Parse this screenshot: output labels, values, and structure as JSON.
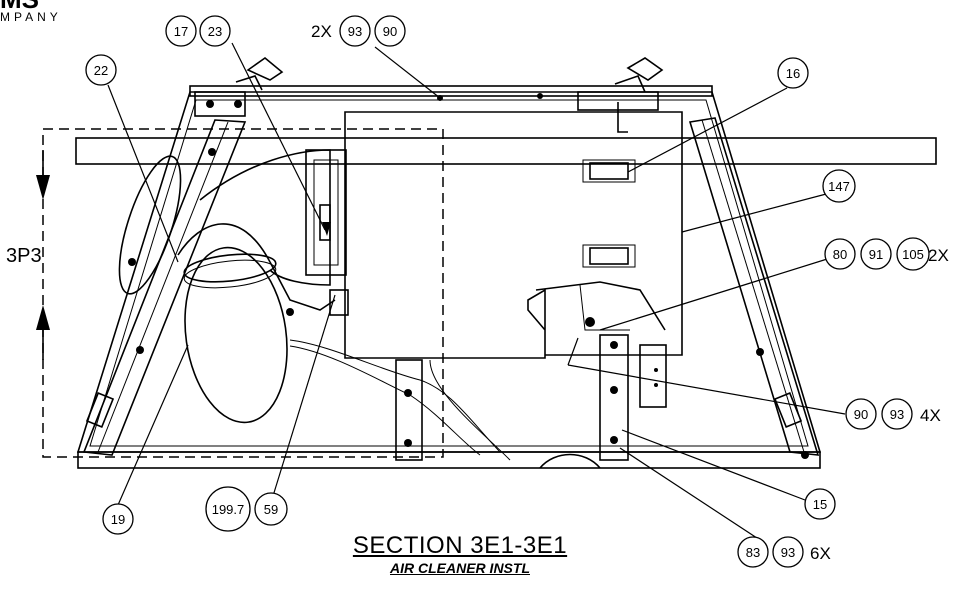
{
  "logo": {
    "word": "MS",
    "subword": "MPANY"
  },
  "view_label": "3P3",
  "title": {
    "main": "SECTION 3E1-3E1",
    "sub": "AIR CLEANER INSTL"
  },
  "callouts": {
    "c22": "22",
    "c17": "17",
    "c23": "23",
    "c2x_top": "2X",
    "c93_top": "93",
    "c90_top": "90",
    "c16": "16",
    "c147": "147",
    "c80": "80",
    "c91": "91",
    "c105": "105",
    "c2x_right": "2X",
    "c90_mid": "90",
    "c93_mid": "93",
    "c4x": "4X",
    "c15": "15",
    "c83": "83",
    "c93_bot": "93",
    "c6x": "6X",
    "c19": "19",
    "c199_7": "199.7",
    "c59": "59"
  }
}
